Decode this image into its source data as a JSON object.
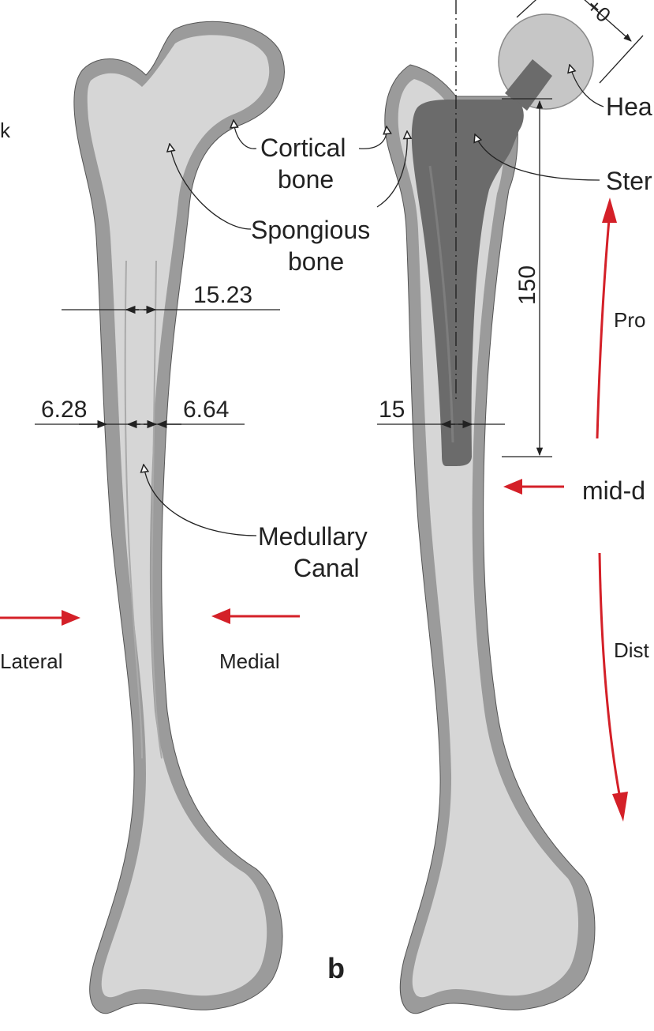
{
  "colors": {
    "cortical": "#9b9b9b",
    "spongious": "#d6d6d6",
    "stem": "#6b6b6b",
    "head": "#c6c6c6",
    "arrow_red": "#d42028",
    "line": "#222222"
  },
  "labels": {
    "cortical_bone_line1": "Cortical",
    "cortical_bone_line2": "bone",
    "spongious_bone_line1": "Spongious",
    "spongious_bone_line2": "bone",
    "medullary_canal_line1": "Medullary",
    "medullary_canal_line2": "Canal",
    "lateral": "Lateral",
    "medial": "Medial",
    "left_edge_k": "k",
    "head_partial": "Hea",
    "stem_partial": "Ster",
    "proximal_partial": "Pro",
    "mid_diaphysis_partial": "mid-d",
    "distal_partial": "Dist",
    "top_dim_partial": "+0",
    "panel_label": "b"
  },
  "dimensions": {
    "canal_width_top": "15.23",
    "cortex_lateral": "6.28",
    "cortex_medial": "6.64",
    "stem_width": "15",
    "stem_length": "150"
  }
}
